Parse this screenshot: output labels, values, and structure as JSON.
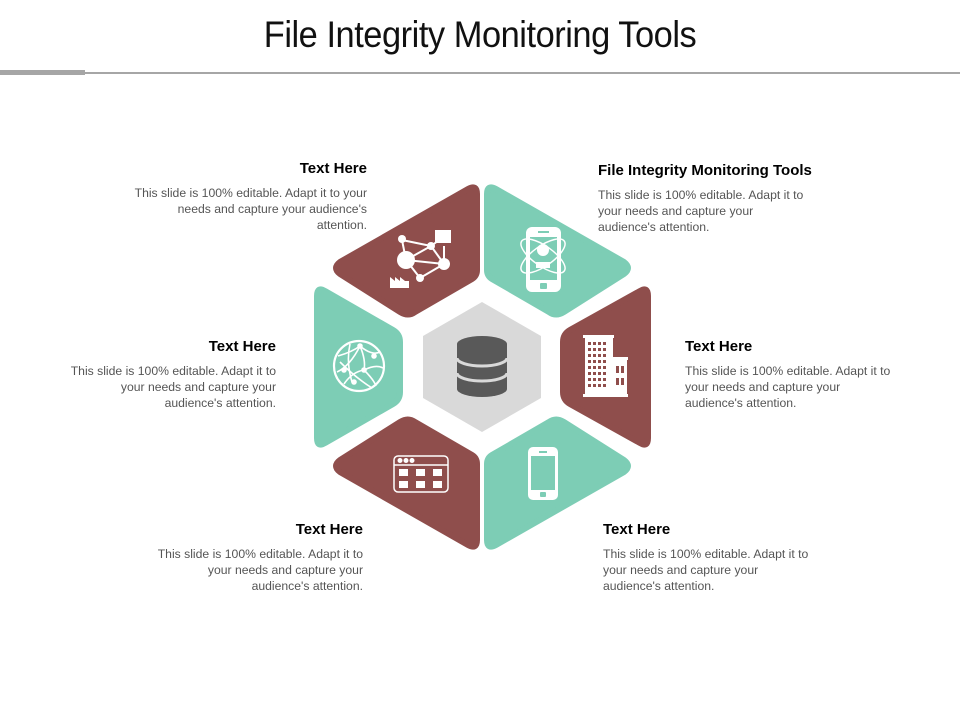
{
  "slide": {
    "title": "File Integrity Monitoring Tools"
  },
  "colors": {
    "maroon": "#8f4e4c",
    "teal": "#7dcdb5",
    "center_fill": "#d9d9d9",
    "center_icon": "#595959",
    "rule": "#a6a6a6"
  },
  "center": {
    "icon": "database-icon"
  },
  "segments": [
    {
      "position": "top-left",
      "color": "maroon",
      "icon": "network-nodes-icon"
    },
    {
      "position": "top-right",
      "color": "teal",
      "icon": "mobile-atom-icon"
    },
    {
      "position": "right",
      "color": "maroon",
      "icon": "office-building-icon"
    },
    {
      "position": "bottom-right",
      "color": "teal",
      "icon": "smartphone-icon"
    },
    {
      "position": "bottom-left",
      "color": "maroon",
      "icon": "browser-grid-icon"
    },
    {
      "position": "left",
      "color": "teal",
      "icon": "globe-network-icon"
    }
  ],
  "blocks": {
    "top_left": {
      "heading": "Text Here",
      "body": "This slide is 100% editable. Adapt it to your needs and capture your audience's attention."
    },
    "top_right": {
      "heading": "File Integrity Monitoring Tools",
      "body": "This slide is 100% editable. Adapt it to your needs and capture your audience's attention."
    },
    "right": {
      "heading": "Text Here",
      "body": "This slide is 100% editable. Adapt it to your needs and capture your audience's attention."
    },
    "left": {
      "heading": "Text Here",
      "body": "This slide is 100% editable. Adapt it to your needs and capture your audience's attention."
    },
    "bottom_left": {
      "heading": "Text Here",
      "body": "This slide is 100% editable. Adapt it to your needs and capture your audience's attention."
    },
    "bottom_right": {
      "heading": "Text Here",
      "body": "This slide is 100% editable. Adapt it to your needs and capture your audience's attention."
    }
  }
}
